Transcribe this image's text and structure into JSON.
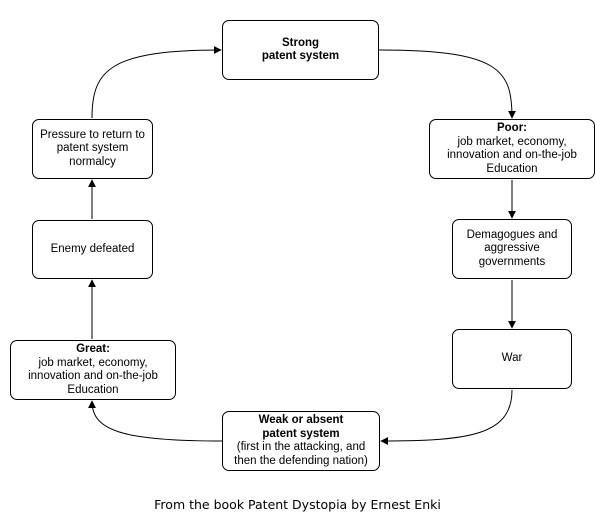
{
  "diagram": {
    "nodes": {
      "strong": {
        "title": "Strong",
        "title2": "patent system"
      },
      "poor": {
        "title": "Poor:",
        "lines": [
          "job market, economy,",
          "innovation and on-the-job",
          "Education"
        ]
      },
      "demagogues": {
        "lines": [
          "Demagogues and",
          "aggressive",
          "governments"
        ]
      },
      "war": {
        "label": "War"
      },
      "weak": {
        "title": "Weak or absent",
        "title2": "patent system",
        "lines": [
          "(first in the attacking, and",
          "then the defending nation)"
        ]
      },
      "great": {
        "title": "Great:",
        "lines": [
          "job market, economy,",
          "innovation and on-the-job",
          "Education"
        ]
      },
      "enemy": {
        "label": "Enemy defeated"
      },
      "pressure": {
        "lines": [
          "Pressure to return to",
          "patent system",
          "normalcy"
        ]
      }
    }
  },
  "caption": "From the book Patent Dystopia by Ernest Enki"
}
